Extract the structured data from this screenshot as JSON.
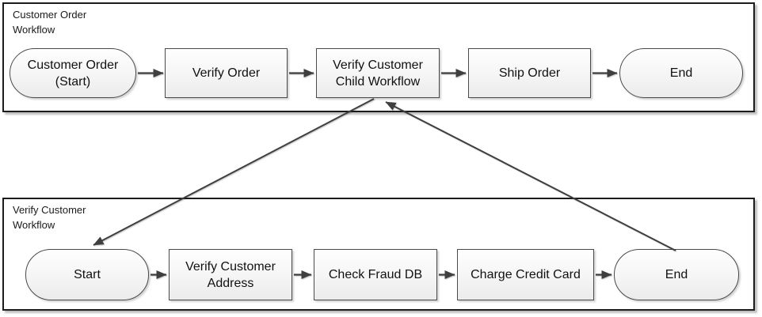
{
  "diagram": {
    "type": "flowchart-swimlanes",
    "colors": {
      "background": "#ffffff",
      "lane_border": "#1c1c1c",
      "node_border": "#4a4a4a",
      "node_fill_top": "#fefefe",
      "node_fill_bottom": "#ebebeb",
      "connector": "#3f3f3f",
      "text": "#111111"
    },
    "lanes": [
      {
        "label": "Customer Order\nWorkflow",
        "nodes": [
          {
            "type": "terminator",
            "label": "Customer Order\n(Start)"
          },
          {
            "type": "process",
            "label": "Verify Order"
          },
          {
            "type": "process",
            "label": "Verify Customer\nChild Workflow"
          },
          {
            "type": "process",
            "label": "Ship Order"
          },
          {
            "type": "terminator",
            "label": "End"
          }
        ]
      },
      {
        "label": "Verify Customer\nWorkflow",
        "nodes": [
          {
            "type": "terminator",
            "label": "Start"
          },
          {
            "type": "process",
            "label": "Verify Customer\nAddress"
          },
          {
            "type": "process",
            "label": "Check Fraud DB"
          },
          {
            "type": "process",
            "label": "Charge Credit Card"
          },
          {
            "type": "terminator",
            "label": "End"
          }
        ]
      }
    ],
    "connectors": [
      {
        "from": "Customer Order (Start)",
        "to": "Verify Order"
      },
      {
        "from": "Verify Order",
        "to": "Verify Customer Child Workflow"
      },
      {
        "from": "Verify Customer Child Workflow",
        "to": "Ship Order"
      },
      {
        "from": "Ship Order",
        "to": "End (Customer Order Workflow)"
      },
      {
        "from": "Verify Customer Child Workflow",
        "to": "Start (Verify Customer Workflow)"
      },
      {
        "from": "Start (Verify Customer Workflow)",
        "to": "Verify Customer Address"
      },
      {
        "from": "Verify Customer Address",
        "to": "Check Fraud DB"
      },
      {
        "from": "Check Fraud DB",
        "to": "Charge Credit Card"
      },
      {
        "from": "Charge Credit Card",
        "to": "End (Verify Customer Workflow)"
      },
      {
        "from": "End (Verify Customer Workflow)",
        "to": "Verify Customer Child Workflow"
      }
    ]
  }
}
